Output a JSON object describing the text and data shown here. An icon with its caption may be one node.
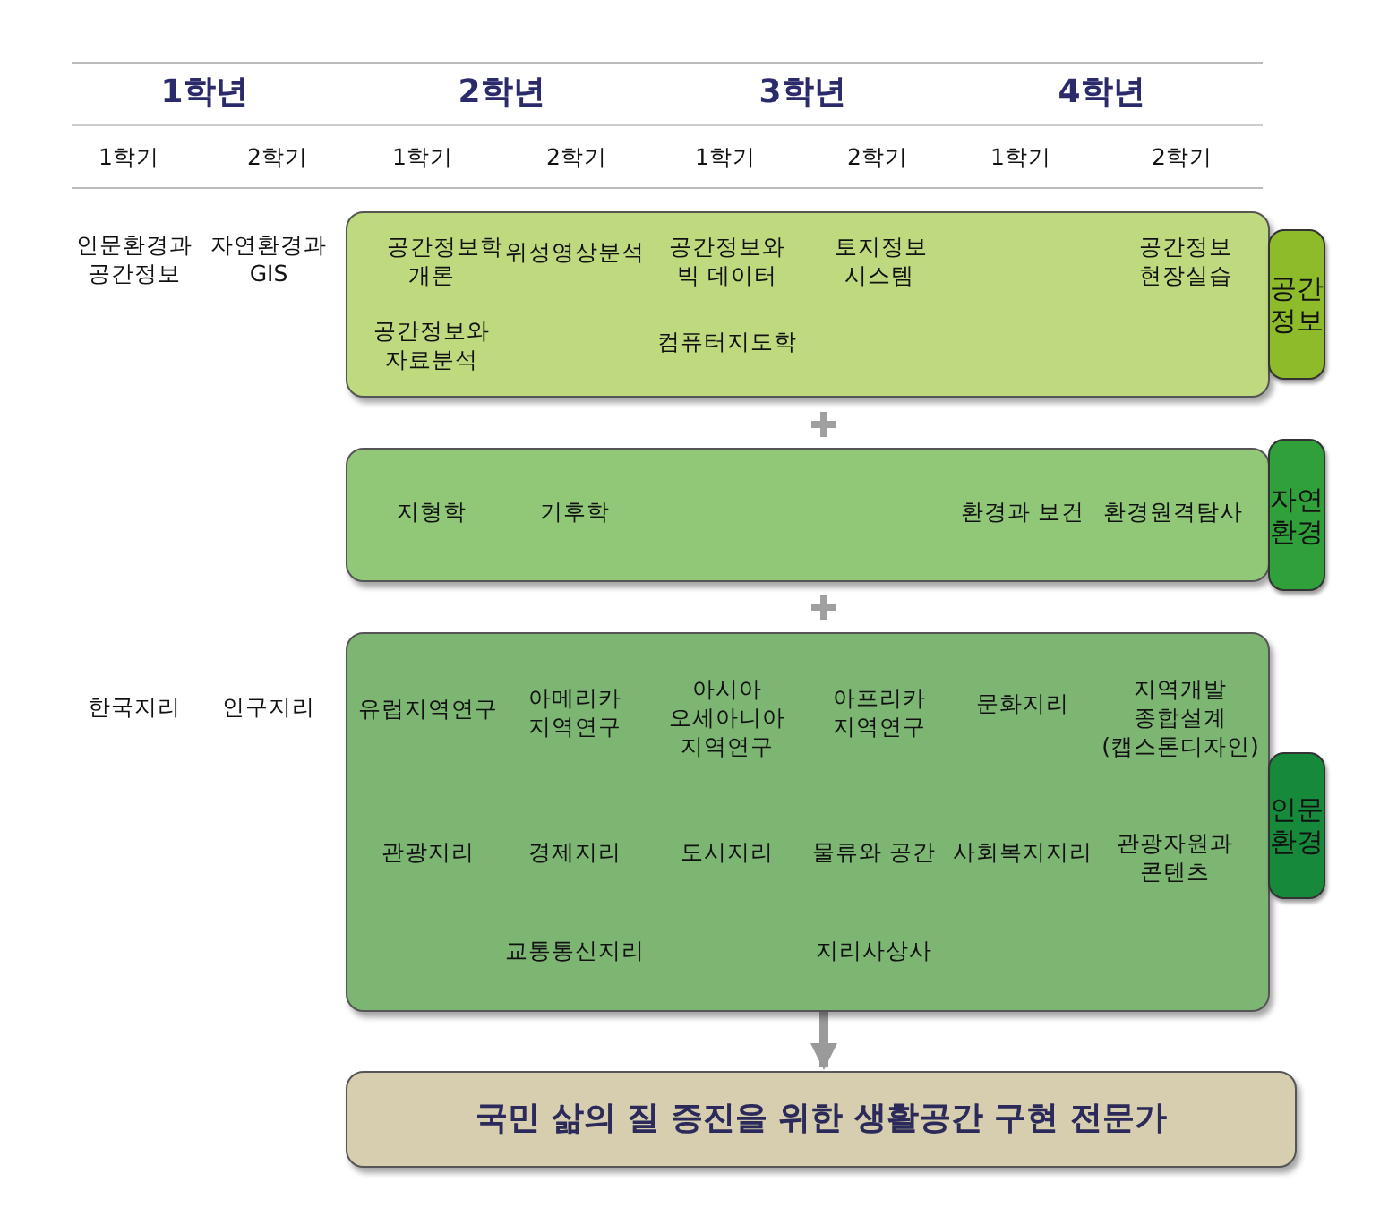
{
  "diagram": {
    "nodes": [
      {
        "text": [
          "공간정보학 개론",
          "위성영상분석",
          "공간정보와 빅 데이터",
          "토지정보 시스템",
          "공간정보 현장실습",
          "공간정보와 자료분석",
          "컴퓨터지도학",
          "공간정보"
        ]
      },
      {
        "text": [
          "지형학",
          "기후학",
          "환경과 보건",
          "환경원격탐사",
          "자연환경"
        ]
      },
      {
        "text": [
          "유럽지역연구",
          "아메리카 지역연구",
          "아시아 오세아니아 지역연구",
          "아프리카 지역연구",
          "문화지리",
          "지역개발 종합설계 (캡스톤디자인)",
          "관광지리",
          "경제지리",
          "도시지리",
          "물류와 공간",
          "사회복지지리",
          "관광자원과 콘텐츠",
          "교통통신지리",
          "지리사상사",
          "인문환경"
        ]
      },
      {
        "text": [
          "국민 삶의 질 증진을 위한 생활공간 구현 전문가"
        ]
      }
    ],
    "edges": [
      {
        "from": 2,
        "to": 3,
        "arrow": "to"
      }
    ],
    "labels": [
      "1학년",
      "2학년",
      "3학년",
      "4학년",
      "1학기",
      "2학기",
      "1학기",
      "2학기",
      "1학기",
      "2학기",
      "1학기",
      "2학기",
      "인문환경과 공간정보",
      "자연환경과 GIS",
      "한국지리",
      "인구지리"
    ]
  }
}
